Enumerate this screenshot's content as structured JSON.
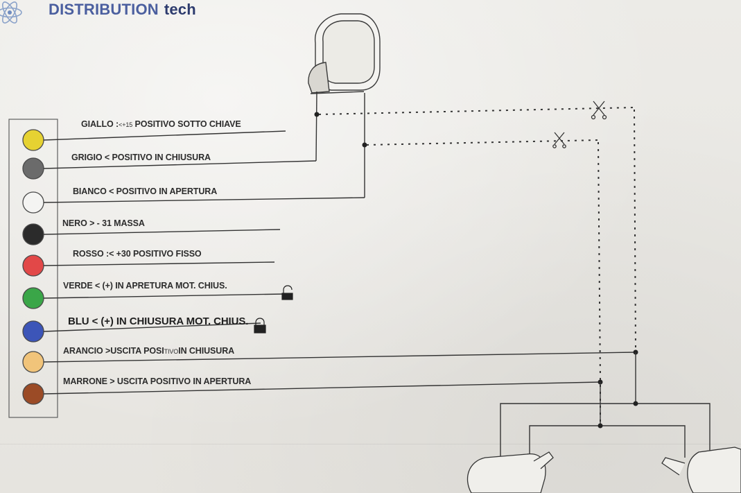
{
  "brand": {
    "name": "DISTRIBUTION",
    "suffix": "tech"
  },
  "wires": [
    {
      "label_a": "GIALLO :",
      "label_b": "<+15",
      "label_c": " POSITIVO SOTTO CHIAVE",
      "color": "#e6d232"
    },
    {
      "label": "GRIGIO < POSITIVO IN CHIUSURA",
      "color": "#6b6b6b"
    },
    {
      "label": "BIANCO < POSITIVO IN APERTURA",
      "color": "#f2f2f2"
    },
    {
      "label": "NERO > - 31 MASSA",
      "color": "#2a2a2a"
    },
    {
      "label_a": "ROSSO :< +30 ",
      "label_b": " POSITIVO FISSO",
      "color": "#e04545"
    },
    {
      "label": "VERDE < (+) IN APRETURA MOT. CHIUS.",
      "color": "#3aa648"
    },
    {
      "label": "BLU < (+) IN CHIUSURA MOT. CHIUS.",
      "color": "#3c55b8"
    },
    {
      "label_a": "ARANCIO >USCITA POSI",
      "label_b": "TIVO",
      "label_c": "IN CHIUSURA",
      "color": "#f0c070"
    },
    {
      "label": "MARRONE > USCITA POSITIVO IN APERTURA",
      "color": "#9a4a24"
    }
  ]
}
